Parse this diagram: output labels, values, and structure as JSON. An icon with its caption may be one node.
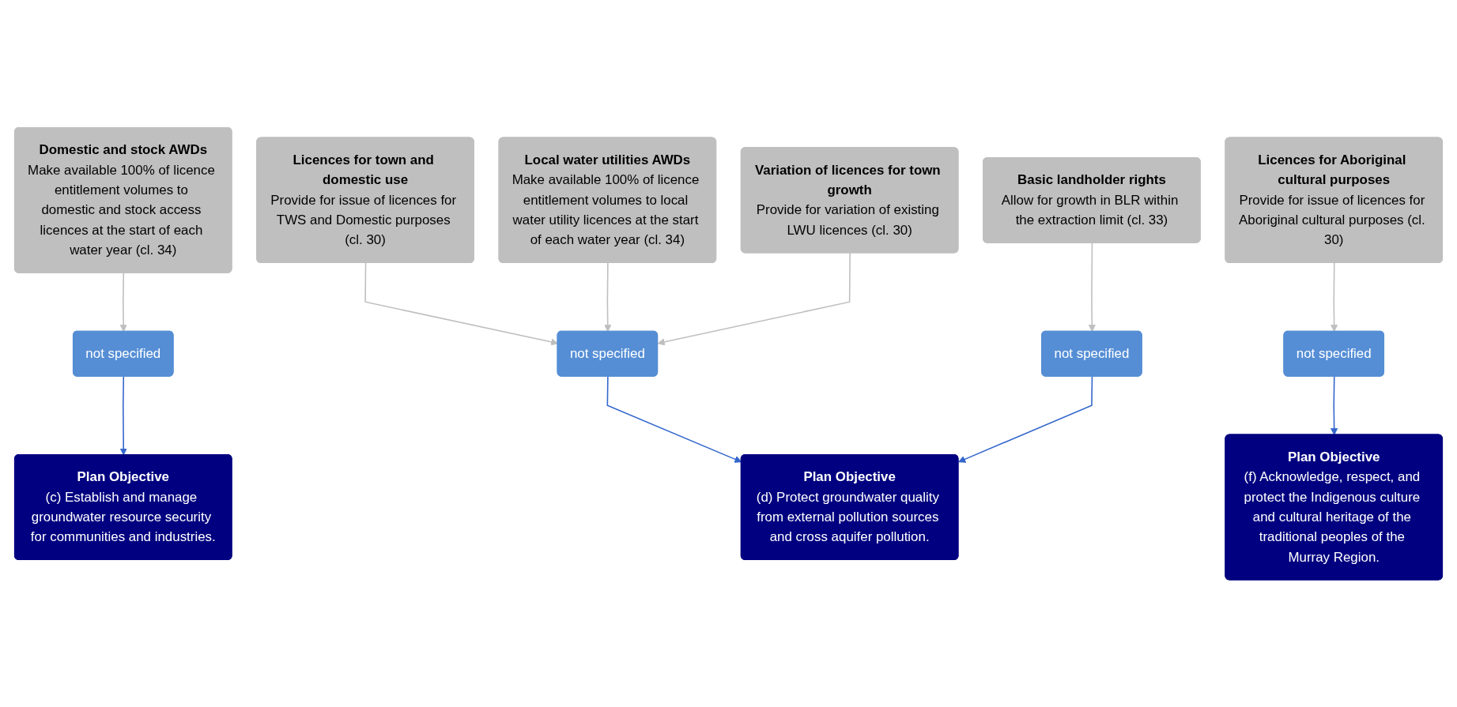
{
  "diagram": {
    "nodes": [
      {
        "text": [
          "Domestic and stock AWDs",
          "Make available 100% of licence entitlement volumes to domestic and stock access licences at the start of each water year (cl. 34)"
        ]
      },
      {
        "text": [
          "Licences for town and domestic use",
          "Provide for issue of licences for TWS and Domestic purposes (cl. 30)"
        ]
      },
      {
        "text": [
          "Local water utilities AWDs",
          "Make available 100% of licence entitlement volumes to local water utility licences at the start of each water year (cl. 34)"
        ]
      },
      {
        "text": [
          "Variation of licences for town growth",
          "Provide for variation of existing LWU licences (cl. 30)"
        ]
      },
      {
        "text": [
          "Basic landholder rights",
          "Allow for growth in BLR within the extraction limit (cl. 33)"
        ]
      },
      {
        "text": [
          "Licences for Aboriginal cultural purposes",
          "Provide for issue of licences for Aboriginal cultural purposes (cl. 30)"
        ]
      },
      {
        "text": [
          "not specified"
        ]
      },
      {
        "text": [
          "not specified"
        ]
      },
      {
        "text": [
          "not specified"
        ]
      },
      {
        "text": [
          "not specified"
        ]
      },
      {
        "text": [
          "Plan Objective",
          "(c) Establish and manage groundwater resource security for communities and industries."
        ]
      },
      {
        "text": [
          "Plan Objective",
          "(d) Protect groundwater quality from external pollution sources and cross aquifer pollution."
        ]
      },
      {
        "text": [
          "Plan Objective",
          "(f) Acknowledge, respect, and protect the Indigenous culture and cultural heritage of the traditional peoples of the Murray Region."
        ]
      }
    ],
    "edges": [
      {
        "from": 0,
        "to": 6,
        "arrow": "to"
      },
      {
        "from": 1,
        "to": 7,
        "arrow": "to"
      },
      {
        "from": 2,
        "to": 7,
        "arrow": "to"
      },
      {
        "from": 3,
        "to": 7,
        "arrow": "to"
      },
      {
        "from": 4,
        "to": 8,
        "arrow": "to"
      },
      {
        "from": 5,
        "to": 9,
        "arrow": "to"
      },
      {
        "from": 6,
        "to": 10,
        "arrow": "to",
        "color": "#3366cc"
      },
      {
        "from": 7,
        "to": 11,
        "arrow": "to",
        "color": "#3366cc"
      },
      {
        "from": 8,
        "to": 11,
        "arrow": "to",
        "color": "#3366cc"
      },
      {
        "from": 9,
        "to": 12,
        "arrow": "to",
        "color": "#3366cc"
      }
    ]
  }
}
